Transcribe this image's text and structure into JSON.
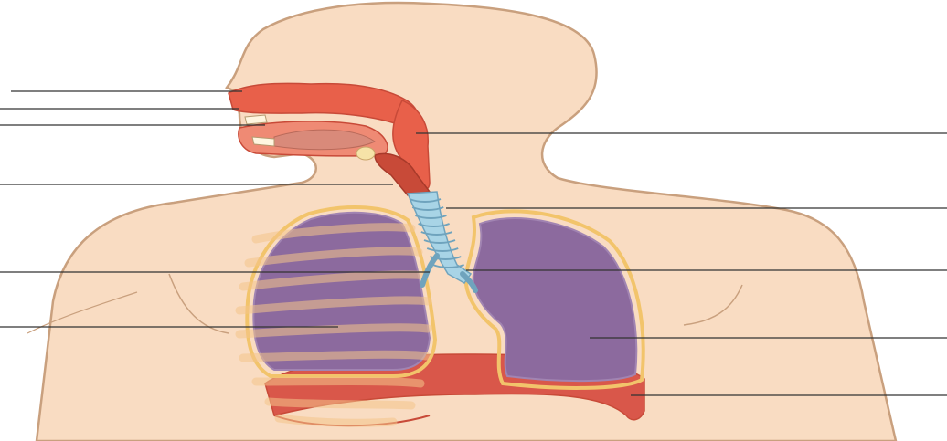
{
  "diagram": {
    "colors": {
      "skin": "#f9dcc2",
      "skin_outline": "#c9a07e",
      "airway_red": "#e8604a",
      "airway_dark": "#c84a38",
      "trachea_blue": "#a8d4e6",
      "trachea_outline": "#6fa3bd",
      "lung_purple": "#8c6a9e",
      "lung_light": "#a184b2",
      "pleura_yellow": "#f2c46b",
      "rib_color": "#f4c48a",
      "diaphragm": "#d9574a",
      "leader_line": "#333333"
    },
    "leader_lines": [
      {
        "side": "left",
        "target": "nasal-cavity"
      },
      {
        "side": "left",
        "target": "nostril"
      },
      {
        "side": "left",
        "target": "oral-cavity"
      },
      {
        "side": "left",
        "target": "larynx"
      },
      {
        "side": "left",
        "target": "bronchus"
      },
      {
        "side": "left",
        "target": "left-lung-area"
      },
      {
        "side": "right",
        "target": "pharynx"
      },
      {
        "side": "right",
        "target": "trachea"
      },
      {
        "side": "right",
        "target": "bronchus-right"
      },
      {
        "side": "right",
        "target": "lung"
      },
      {
        "side": "right",
        "target": "diaphragm"
      }
    ]
  }
}
